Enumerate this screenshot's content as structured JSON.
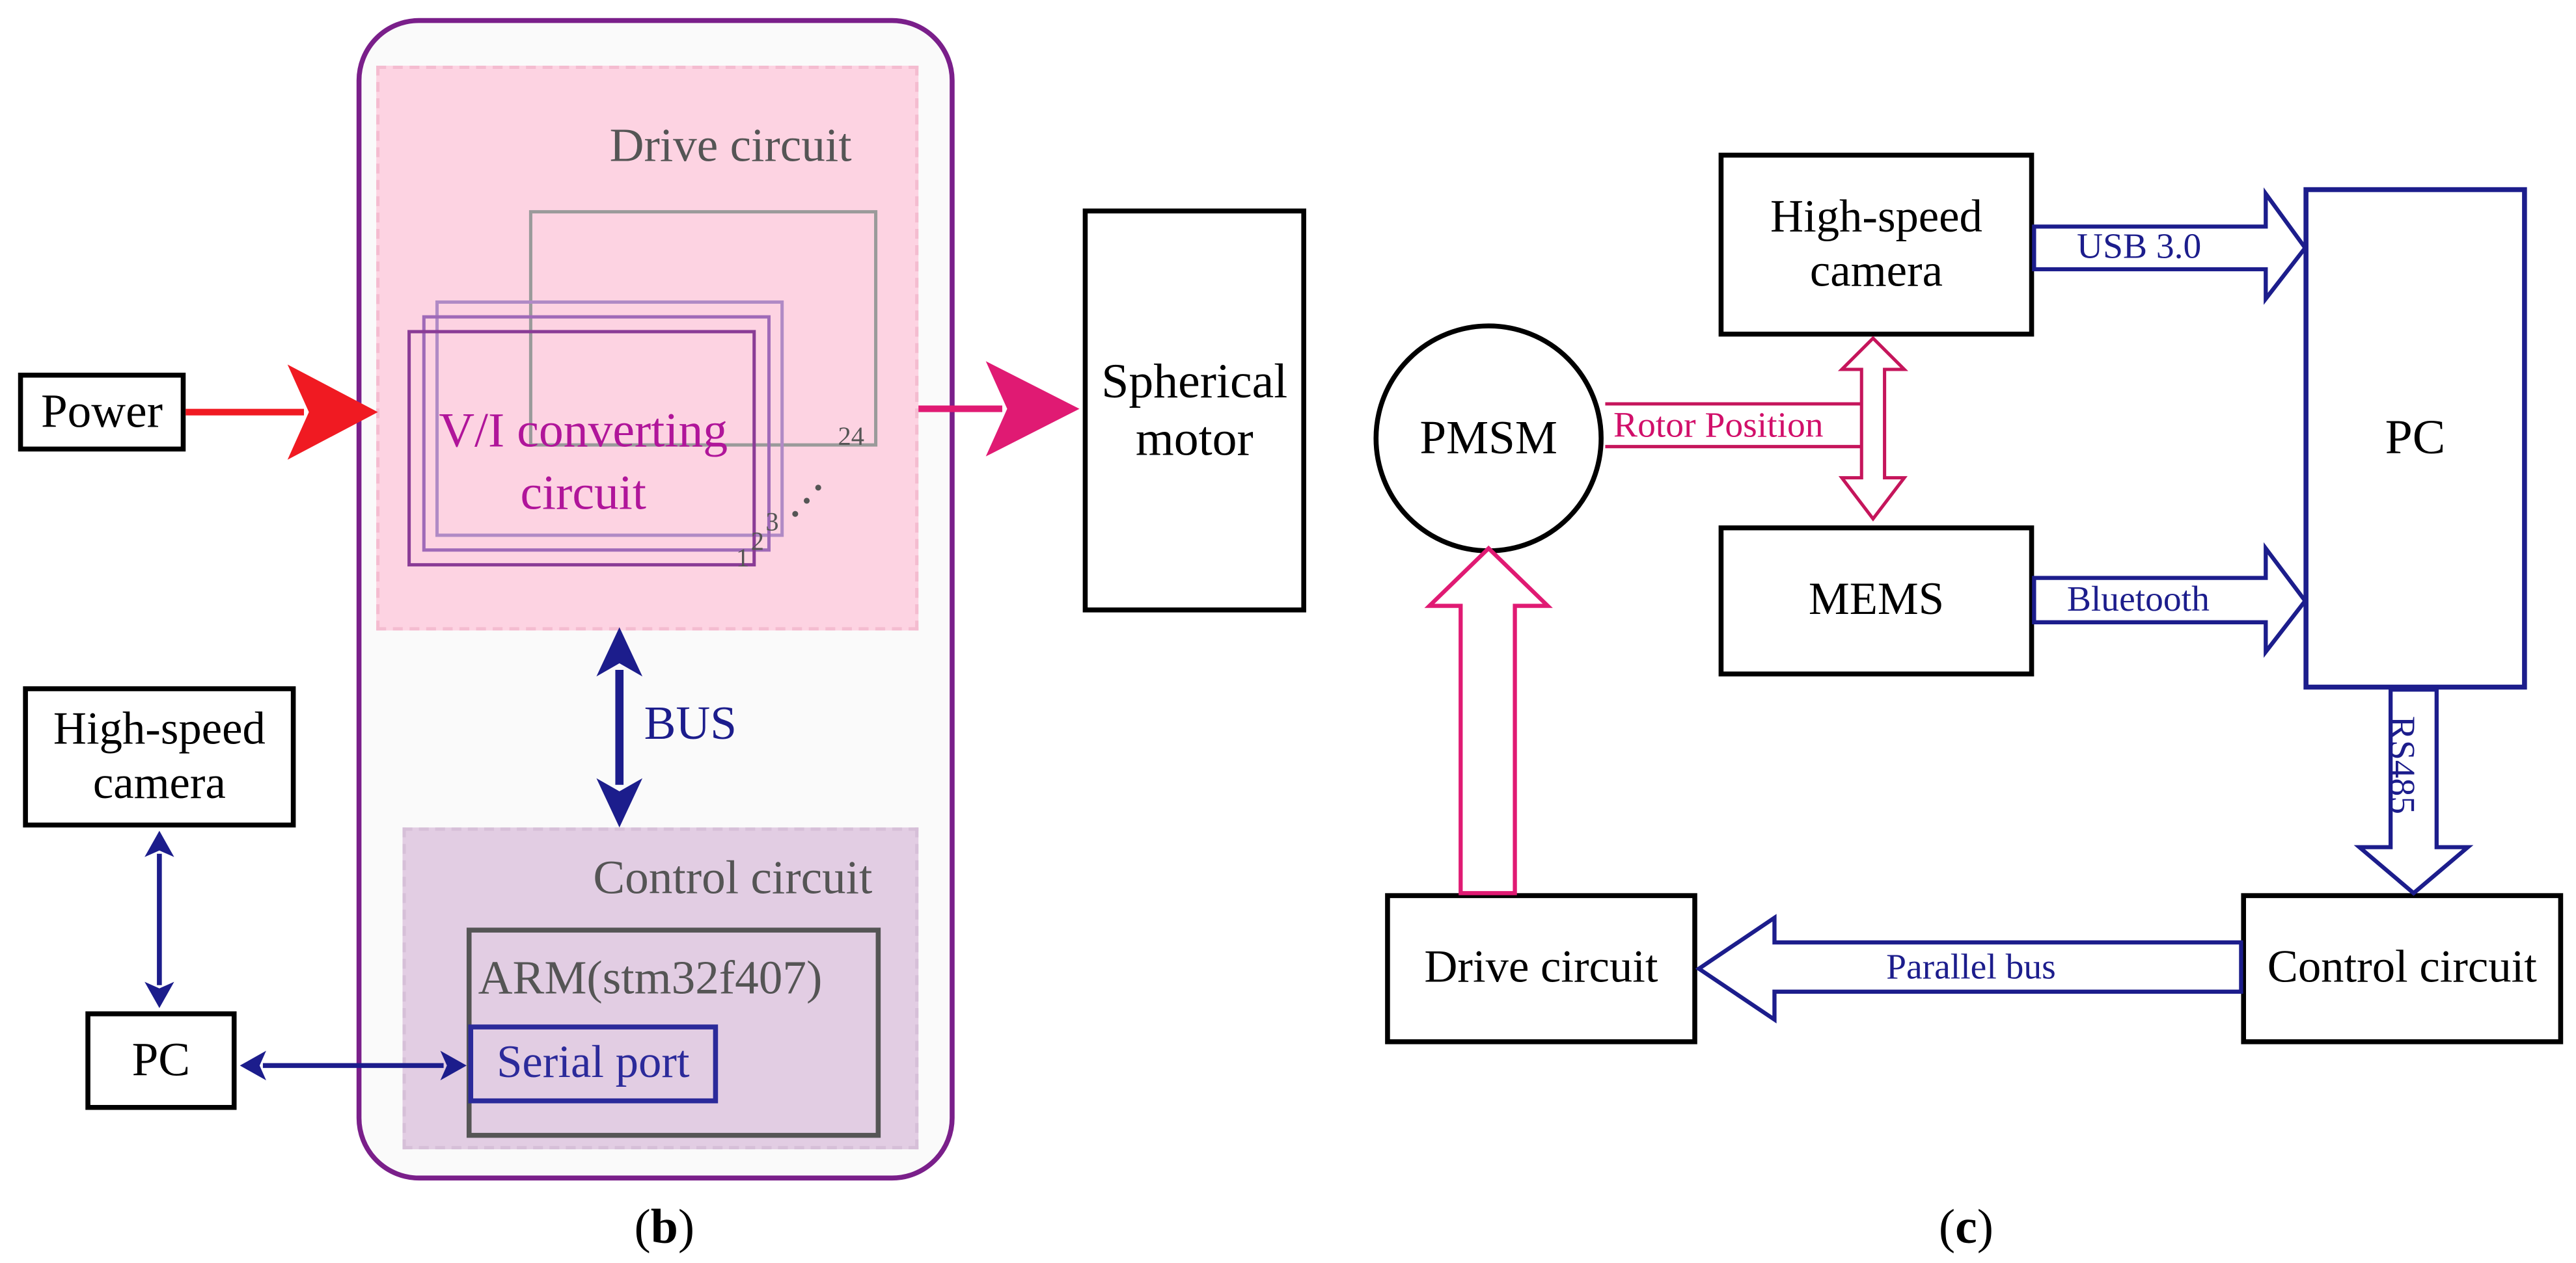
{
  "panel_b": {
    "caption": "(b)",
    "caption_letter": "b",
    "power": "Power",
    "drive_circuit": "Drive circuit",
    "vi_converting_circuit": "V/I converting circuit",
    "layer_numbers": [
      "1",
      "2",
      "3",
      "24"
    ],
    "spherical_motor": "Spherical motor",
    "bus": "BUS",
    "control_circuit": "Control circuit",
    "arm": "ARM(stm32f407)",
    "serial_port": "Serial port",
    "high_speed_camera": "High-speed camera",
    "pc": "PC"
  },
  "panel_c": {
    "caption": "(c)",
    "caption_letter": "c",
    "pmsm": "PMSM",
    "high_speed_camera": "High-speed camera",
    "mems": "MEMS",
    "pc": "PC",
    "rotor_position": "Rotor Position",
    "usb": "USB 3.0",
    "bluetooth": "Bluetooth",
    "rs485": "RS485",
    "control_circuit": "Control circuit",
    "drive_circuit": "Drive circuit",
    "parallel_bus": "Parallel bus"
  },
  "colors": {
    "purple_frame": "#7a1f8a",
    "drive_bg": "#fdd3e2",
    "control_bg": "#e2cde3",
    "navy": "#1c1d8c",
    "magenta": "#e01a73",
    "red": "#f01a22",
    "crimson": "#c5155b",
    "pink_label": "#d10f6a",
    "vi_text": "#b0159a",
    "gray_text": "#555555"
  }
}
